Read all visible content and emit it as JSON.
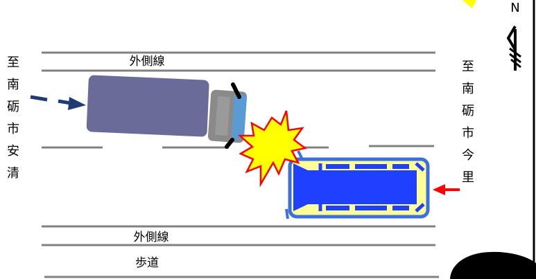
{
  "labels": {
    "outer_line_top": "外側線",
    "outer_line_bottom": "外側線",
    "sidewalk": "歩道",
    "compass_n": "N"
  },
  "destinations": {
    "left": [
      "至",
      "南",
      "砺",
      "市",
      "安",
      "清"
    ],
    "right": [
      "至",
      "南",
      "砺",
      "市",
      "今",
      "里"
    ]
  },
  "colors": {
    "truck_body": "#6b6b99",
    "truck_cab": "#8a8a8a",
    "truck_windshield": "#5b9bd5",
    "car_outline": "#3c6fe0",
    "car_fill": "#2040ff",
    "car_windows": "#ffff99",
    "crash_star": "#ffff00",
    "crash_outline": "#ff0000",
    "arrow_left": "#1f3b73",
    "arrow_right": "#ff0000",
    "road_line": "#808080"
  }
}
